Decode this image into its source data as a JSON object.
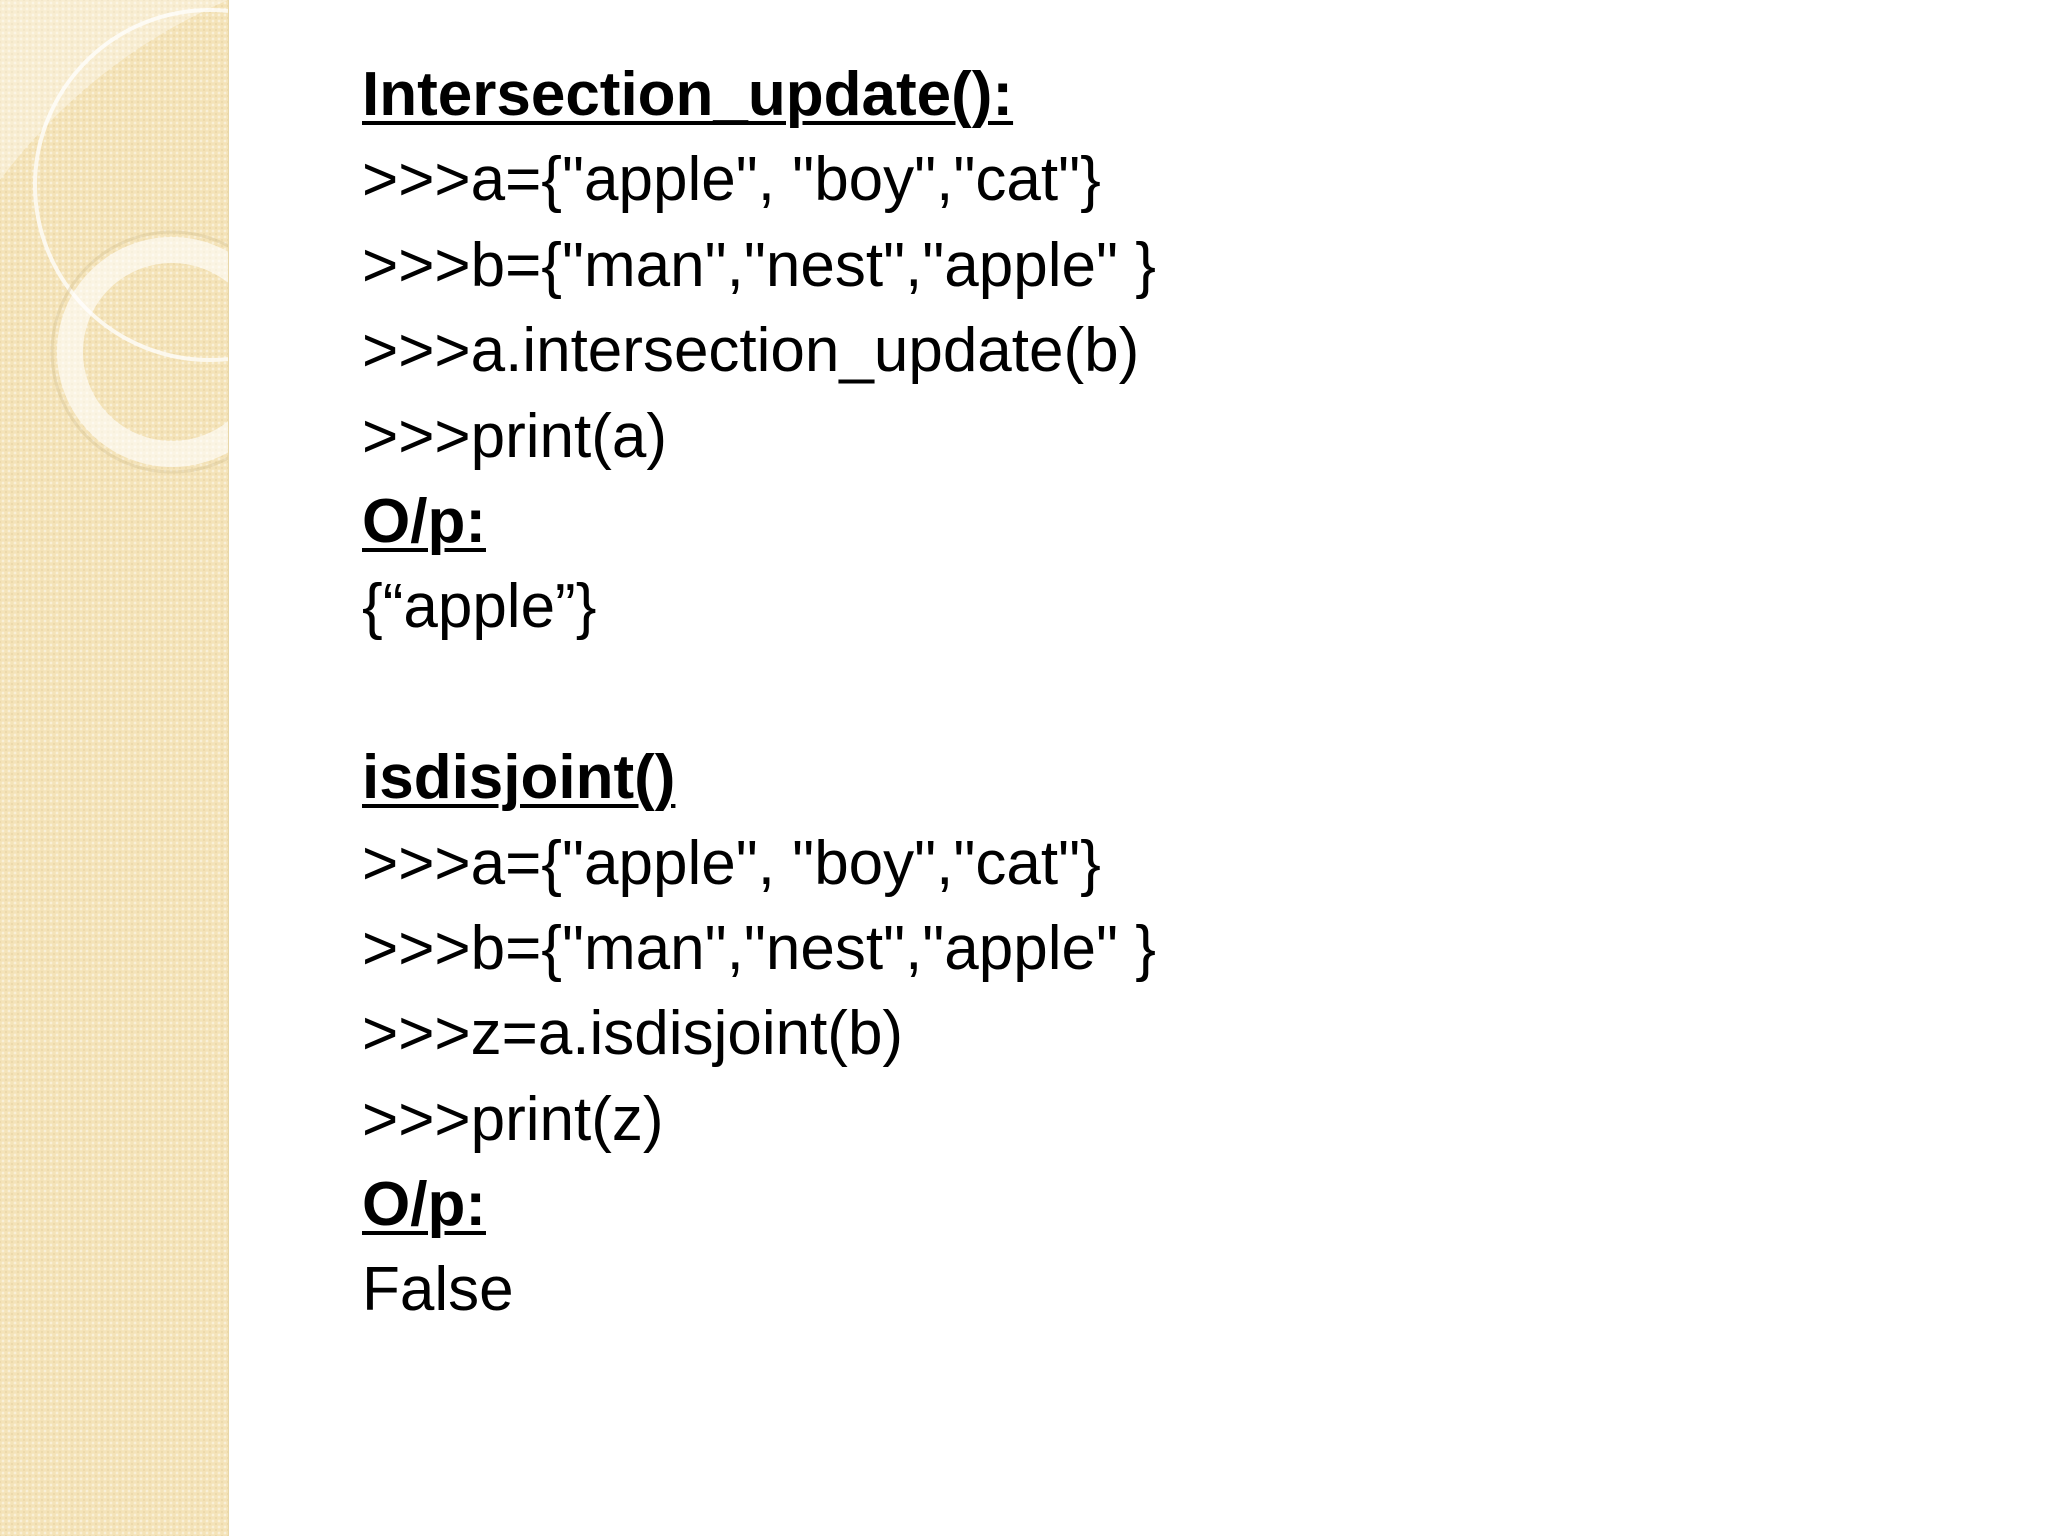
{
  "colors": {
    "side_panel": "#f4e3b8",
    "text": "#000000",
    "background": "#ffffff"
  },
  "section1": {
    "heading": "Intersection_update():",
    "code_lines": [
      ">>>a={\"apple\", \"boy\",\"cat\"}",
      ">>>b={\"man\",\"nest\",\"apple\" }",
      ">>>a.intersection_update(b)",
      ">>>print(a)"
    ],
    "output_label": "O/p:",
    "output_value": "{“apple”}"
  },
  "section2": {
    "heading": "isdisjoint()",
    "code_lines": [
      ">>>a={\"apple\", \"boy\",\"cat\"}",
      ">>>b={\"man\",\"nest\",\"apple\" }",
      ">>>z=a.isdisjoint(b)",
      ">>>print(z)"
    ],
    "output_label": "O/p:",
    "output_value": "False"
  }
}
